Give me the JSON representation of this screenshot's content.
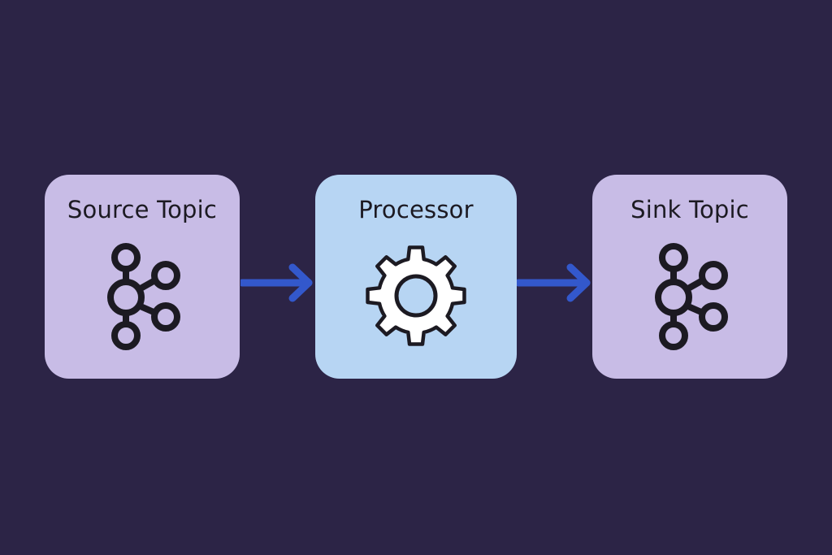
{
  "colors": {
    "background": "#2c2446",
    "topic_box": "#c8bce6",
    "processor_box": "#b7d5f3",
    "arrow": "#3358cc",
    "icon_stroke": "#1c1a22",
    "gear_fill": "#ffffff"
  },
  "nodes": [
    {
      "id": "source",
      "label": "Source Topic",
      "icon": "kafka-topic-icon"
    },
    {
      "id": "processor",
      "label": "Processor",
      "icon": "gear-icon"
    },
    {
      "id": "sink",
      "label": "Sink Topic",
      "icon": "kafka-topic-icon"
    }
  ],
  "edges": [
    {
      "from": "source",
      "to": "processor"
    },
    {
      "from": "processor",
      "to": "sink"
    }
  ]
}
